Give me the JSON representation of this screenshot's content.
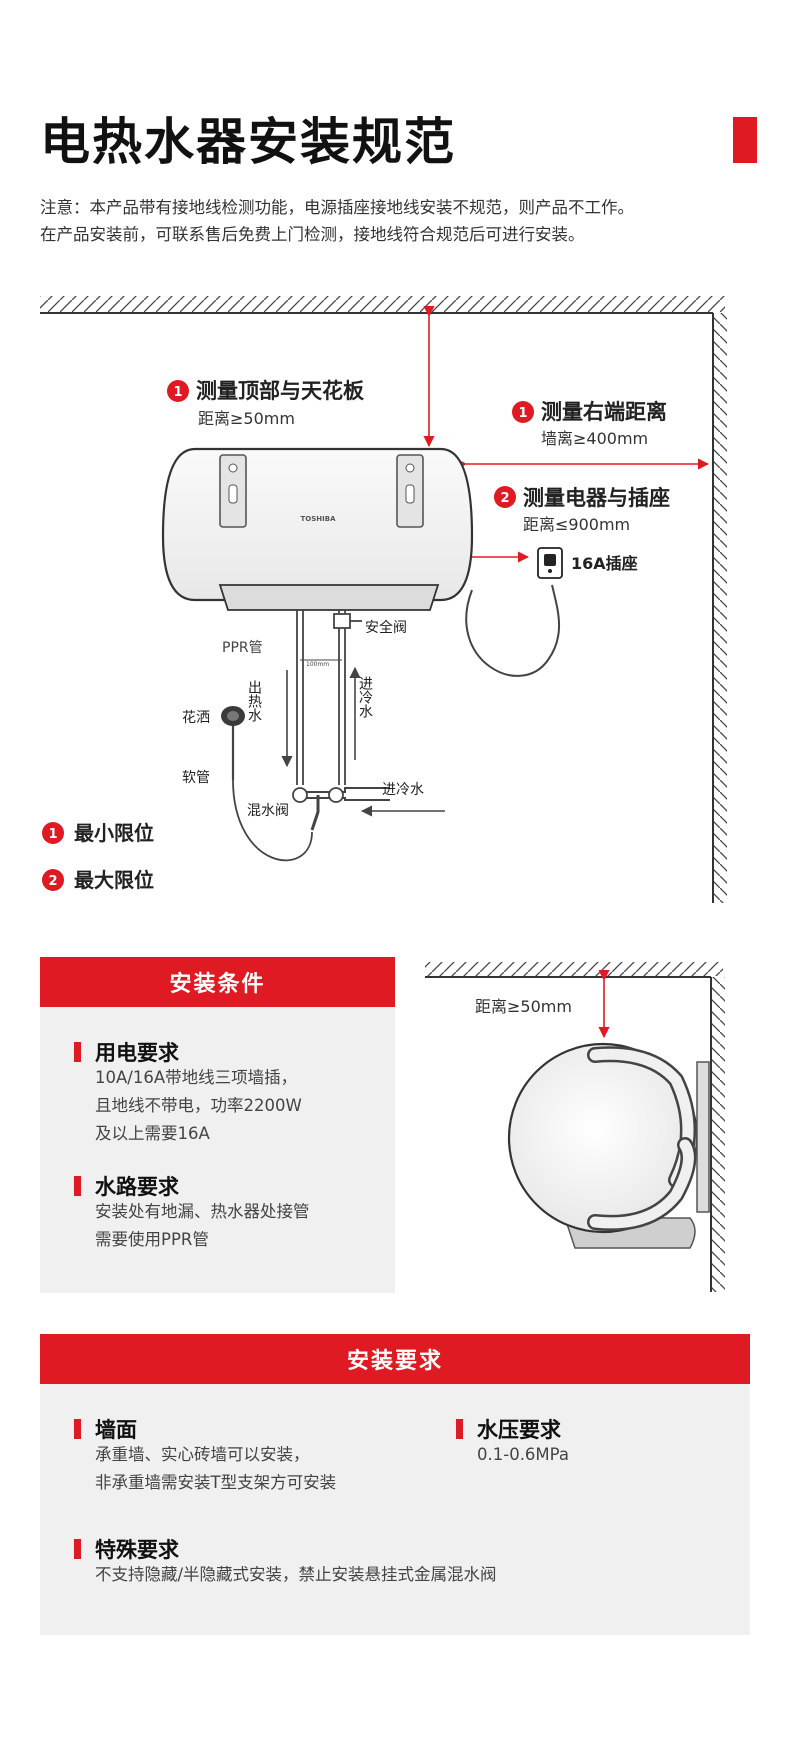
{
  "title": "电热水器安装规范",
  "notice": {
    "line1": "注意：本产品带有接地线检测功能，电源插座接地线安装不规范，则产品不工作。",
    "line2": "在产品安装前，可联系售后免费上门检测，接地线符合规范后可进行安装。"
  },
  "diagram": {
    "badge1": "1",
    "badge2": "2",
    "top_gap_title": "测量顶部与天花板",
    "top_gap_value": "距离≥50mm",
    "right_gap_title": "测量右端距离",
    "right_gap_value": "墙离≥400mm",
    "socket_title": "测量电器与插座",
    "socket_value": "距离≤900mm",
    "socket_label": "16A插座",
    "brand": "TOSHIBA",
    "safety_valve": "安全阀",
    "ppr_pipe": "PPR管",
    "hot_out": "出热水",
    "spacing": "100mm",
    "cold_in_vertical": "进冷水",
    "shower": "花洒",
    "hose": "软管",
    "mixing_valve": "混水阀",
    "cold_in": "进冷水",
    "min_limit": "最小限位",
    "max_limit": "最大限位",
    "side_gap": "距离≥50mm"
  },
  "conditions": {
    "bar": "安装条件",
    "power_title": "用电要求",
    "power_lines": [
      "10A/16A带地线三项墙插，",
      "且地线不带电，功率2200W",
      "及以上需要16A"
    ],
    "water_title": "水路要求",
    "water_lines": [
      "安装处有地漏、热水器处接管",
      "需要使用PPR管"
    ]
  },
  "requirements": {
    "bar": "安装要求",
    "wall_title": "墙面",
    "wall_lines": [
      "承重墙、实心砖墙可以安装，",
      "非承重墙需安装T型支架方可安装"
    ],
    "pressure_title": "水压要求",
    "pressure_value": "0.1-0.6MPa",
    "special_title": "特殊要求",
    "special_value": "不支持隐藏/半隐藏式安装，禁止安装悬挂式金属混水阀"
  },
  "colors": {
    "accent": "#e01a22",
    "panel": "#f0f0f0",
    "text": "#222222"
  }
}
